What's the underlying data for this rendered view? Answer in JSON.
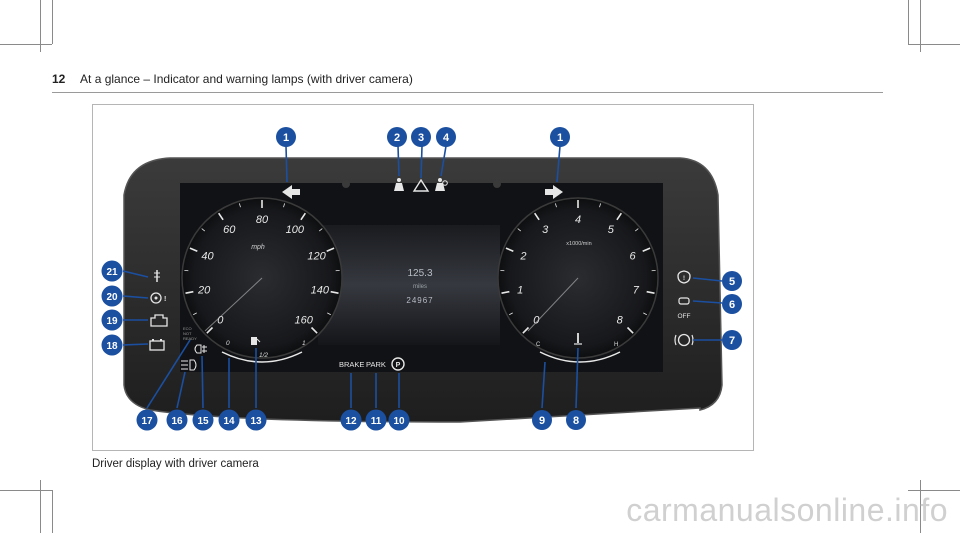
{
  "header": {
    "page_number": "12",
    "title": "At a glance – Indicator and warning lamps (with driver camera)"
  },
  "caption": "Driver display with driver camera",
  "watermark": "carmanualsonline.info",
  "speedometer": {
    "ticks": [
      "0",
      "20",
      "40",
      "60",
      "80",
      "100",
      "120",
      "140",
      "160"
    ],
    "unit": "mph"
  },
  "tachometer": {
    "ticks": [
      "0",
      "1",
      "2",
      "3",
      "4",
      "5",
      "6",
      "7",
      "8"
    ],
    "unit": "x1000/min"
  },
  "center": {
    "trip": "125.3",
    "trip_unit": "miles",
    "odometer": "24967"
  },
  "fuel": {
    "empty": "0",
    "half": "1/2",
    "full": "1"
  },
  "coolant": {
    "cold": "C",
    "hot": "H"
  },
  "status_text": {
    "brake": "BRAKE",
    "park": "PARK",
    "off_label": "OFF",
    "eco_lines": [
      "ECO",
      "NOT",
      "READY"
    ]
  },
  "callouts": {
    "c1a": "1",
    "c2": "2",
    "c3": "3",
    "c4": "4",
    "c1b": "1",
    "c5": "5",
    "c6": "6",
    "c7": "7",
    "c21": "21",
    "c20": "20",
    "c19": "19",
    "c18": "18",
    "c17": "17",
    "c16": "16",
    "c15": "15",
    "c14": "14",
    "c13": "13",
    "c12": "12",
    "c11": "11",
    "c10": "10",
    "c9": "9",
    "c8": "8"
  },
  "colors": {
    "callout": "#1b4fa0",
    "bezel": "#2a2a2a",
    "screen": "#0f1012",
    "gauge_text": "#e8e8e8",
    "needle": "#e05a2a"
  }
}
